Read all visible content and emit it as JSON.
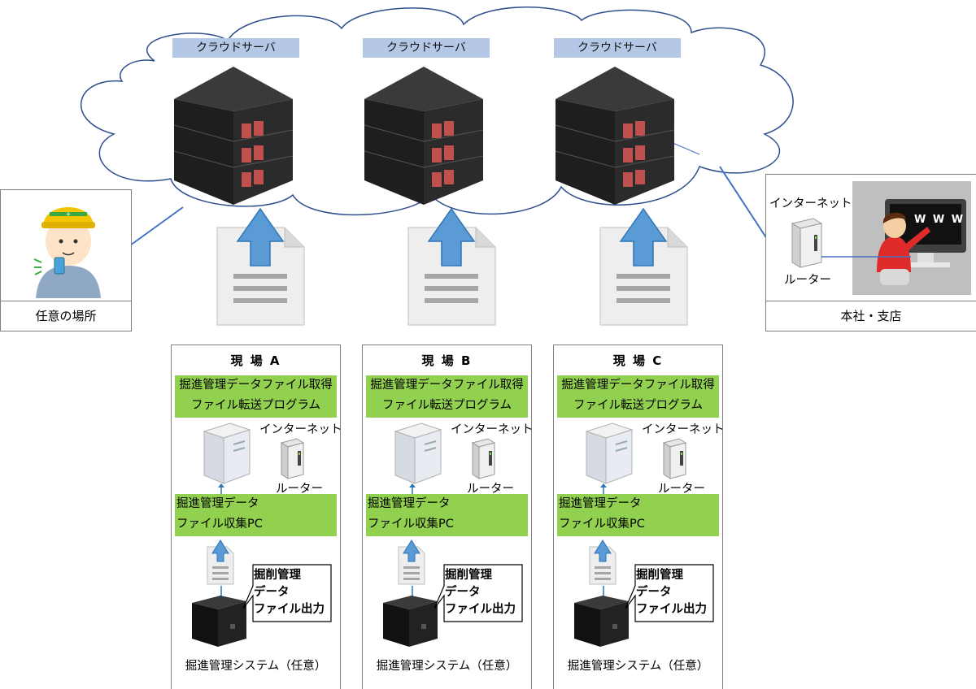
{
  "cloud": {
    "servers": [
      {
        "label": "クラウドサーバ"
      },
      {
        "label": "クラウドサーバ"
      },
      {
        "label": "クラウドサーバ"
      }
    ]
  },
  "left_location": {
    "caption": "任意の場所"
  },
  "head_office": {
    "caption": "本社・支店",
    "internet_label": "インターネット",
    "router_label": "ルーター",
    "screen_text": "W W W"
  },
  "sites": [
    {
      "title": "現 場 A",
      "green_top_line1": "掘進管理データファイル取得",
      "green_top_line2": "ファイル転送プログラム",
      "internet_label": "インターネット",
      "router_label": "ルーター",
      "pc_line1": "掘進管理データ",
      "pc_line2": "ファイル収集PC",
      "callout_line1": "掘削管理",
      "callout_line2": "データ",
      "callout_line3": "ファイル出力",
      "system_label": "掘進管理システム（任意）"
    },
    {
      "title": "現 場 B",
      "green_top_line1": "掘進管理データファイル取得",
      "green_top_line2": "ファイル転送プログラム",
      "internet_label": "インターネット",
      "router_label": "ルーター",
      "pc_line1": "掘進管理データ",
      "pc_line2": "ファイル収集PC",
      "callout_line1": "掘削管理",
      "callout_line2": "データ",
      "callout_line3": "ファイル出力",
      "system_label": "掘進管理システム（任意）"
    },
    {
      "title": "現 場 C",
      "green_top_line1": "掘進管理データファイル取得",
      "green_top_line2": "ファイル転送プログラム",
      "internet_label": "インターネット",
      "router_label": "ルーター",
      "pc_line1": "掘進管理データ",
      "pc_line2": "ファイル収集PC",
      "callout_line1": "掘削管理",
      "callout_line2": "データ",
      "callout_line3": "ファイル出力",
      "system_label": "掘進管理システム（任意）"
    }
  ],
  "colors": {
    "cloud_outline": "#2f4f8f",
    "label_bg": "#b4c7e7",
    "green": "#92d050",
    "arrow_blue": "#2e75b6"
  }
}
